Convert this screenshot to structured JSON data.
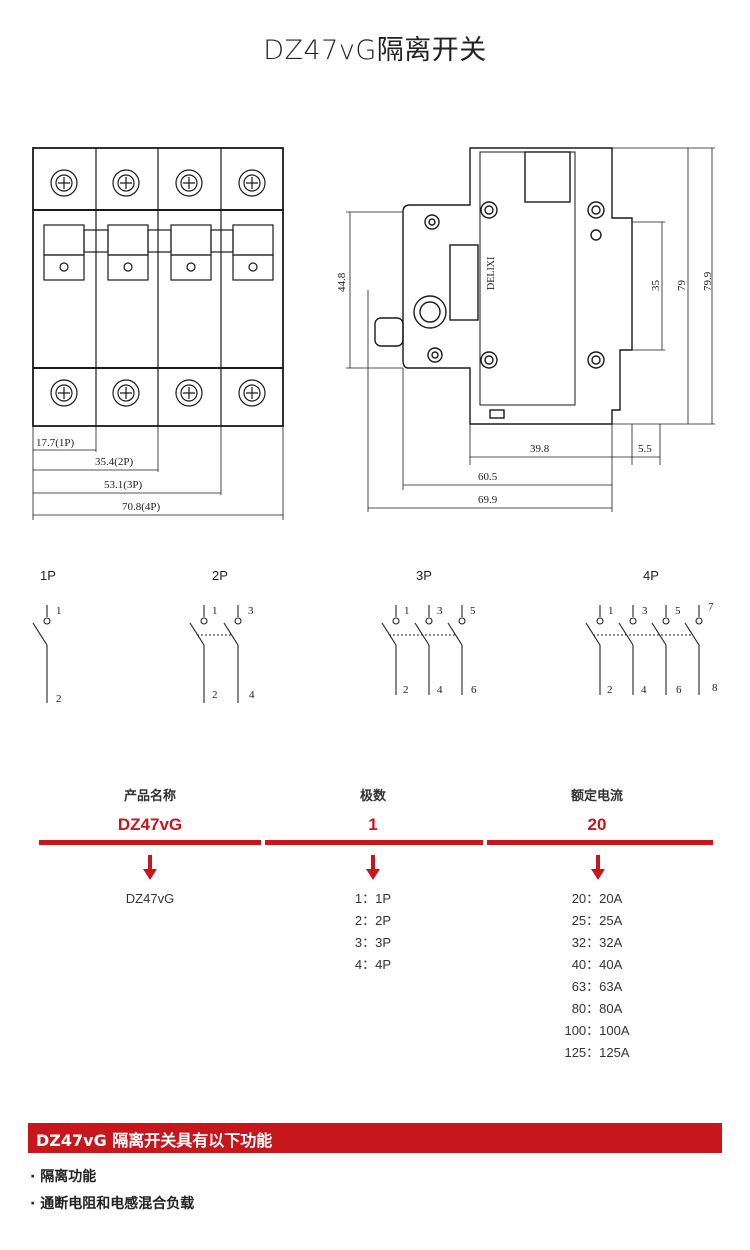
{
  "title": "DZ47vG隔离开关",
  "front_view": {
    "dims": [
      "17.7(1P)",
      "35.4(2P)",
      "53.1(3P)",
      "70.8(4P)"
    ]
  },
  "side_view": {
    "dims_vertical": [
      "44.8",
      "35",
      "79",
      "79.9"
    ],
    "dims_horizontal": [
      "39.8",
      "5.5",
      "60.5",
      "69.9"
    ],
    "brand_mark": "DELIXI"
  },
  "poles": [
    {
      "label": "1P",
      "terminals_top": [
        "1"
      ],
      "terminals_bottom": [
        "2"
      ]
    },
    {
      "label": "2P",
      "terminals_top": [
        "1",
        "3"
      ],
      "terminals_bottom": [
        "2",
        "4"
      ]
    },
    {
      "label": "3P",
      "terminals_top": [
        "1",
        "3",
        "5"
      ],
      "terminals_bottom": [
        "2",
        "4",
        "6"
      ]
    },
    {
      "label": "4P",
      "terminals_top": [
        "1",
        "3",
        "5",
        "7"
      ],
      "terminals_bottom": [
        "2",
        "4",
        "6",
        "8"
      ]
    }
  ],
  "model_table": {
    "headers": [
      "产品名称",
      "极数",
      "额定电流"
    ],
    "example": [
      "DZ47vG",
      "1",
      "20"
    ],
    "arrow_icon": "down-arrow-icon",
    "product_options": [
      "DZ47vG"
    ],
    "pole_options": [
      "1：1P",
      "2：2P",
      "3：3P",
      "4：4P"
    ],
    "current_options": [
      "20：20A",
      "25：25A",
      "32：32A",
      "40：40A",
      "63：63A",
      "80：80A",
      "100：100A",
      "125：125A"
    ]
  },
  "features": {
    "heading": "DZ47vG 隔离开关具有以下功能",
    "items": [
      "· 隔离功能",
      "· 通断电阻和电感混合负载"
    ]
  },
  "colors": {
    "accent": "#c8161d",
    "text": "#222222",
    "drawing": "#1a1a1a"
  }
}
